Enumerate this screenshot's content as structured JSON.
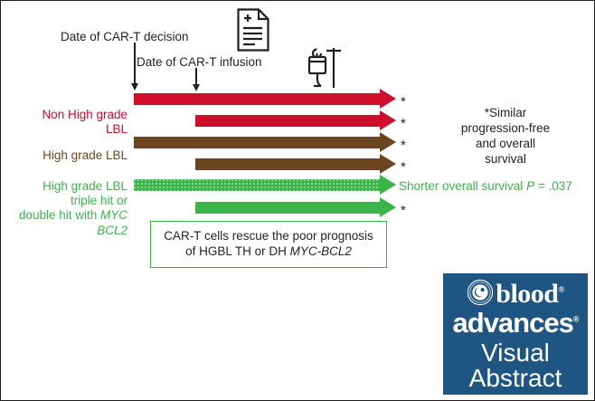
{
  "figure": {
    "title_hidden": "",
    "colors": {
      "red": "#ce0e2d",
      "brown": "#6b4420",
      "green": "#3bb54a",
      "black": "#231f20",
      "logo_blue": "#1f5582"
    }
  },
  "timeline": {
    "decision_label": "Date of CAR-T decision",
    "infusion_label": "Date of CAR-T infusion",
    "icons": {
      "document": "medical-record-icon",
      "infusion": "iv-drip-icon"
    }
  },
  "groups": [
    {
      "label": "Non High grade\nLBL",
      "color": "red",
      "rows": [
        {
          "start": "decision",
          "marker": "*",
          "pattern": "solid"
        },
        {
          "start": "infusion",
          "marker": "*",
          "pattern": "solid"
        }
      ]
    },
    {
      "label": "High grade LBL",
      "color": "brown",
      "rows": [
        {
          "start": "decision",
          "marker": "*",
          "pattern": "solid"
        },
        {
          "start": "infusion",
          "marker": "*",
          "pattern": "solid"
        }
      ]
    },
    {
      "label": "High grade LBL\ntriple hit or\ndouble hit with MYC\nBCL2",
      "color": "green",
      "rows": [
        {
          "start": "decision",
          "marker": "",
          "pattern": "dotted"
        },
        {
          "start": "infusion",
          "marker": "*",
          "pattern": "solid"
        }
      ]
    }
  ],
  "annotations": {
    "similar_note": "*Similar\nprogression-free\nand overall\nsurvival",
    "shorter_survival": {
      "text": "Shorter overall survival ",
      "stat_italic": "P",
      "stat_rest": " = .037"
    }
  },
  "conclusion": {
    "line1": "CAR-T cells rescue the poor prognosis",
    "line2_prefix": "of HGBL TH or DH ",
    "line2_italic": "MYC-BCL2"
  },
  "logo": {
    "blood": "blood",
    "advances": "advances",
    "visual": "Visual",
    "abstract": "Abstract",
    "registered_mark": "®"
  }
}
